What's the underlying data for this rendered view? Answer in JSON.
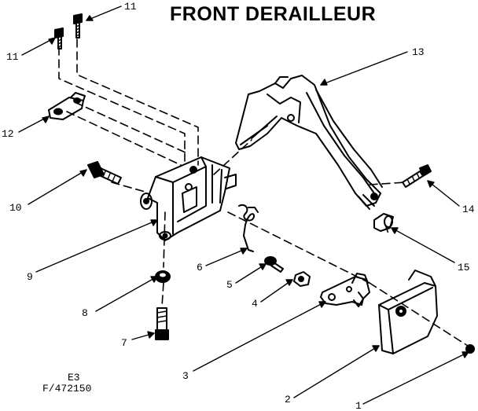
{
  "title": "FRONT DERAILLEUR",
  "code_line1": "E3",
  "code_line2": "F/472150",
  "callouts": [
    {
      "id": "c1",
      "label": "1"
    },
    {
      "id": "c2",
      "label": "2"
    },
    {
      "id": "c3",
      "label": "3"
    },
    {
      "id": "c4",
      "label": "4"
    },
    {
      "id": "c5",
      "label": "5"
    },
    {
      "id": "c6",
      "label": "6"
    },
    {
      "id": "c7",
      "label": "7"
    },
    {
      "id": "c8",
      "label": "8"
    },
    {
      "id": "c9",
      "label": "9"
    },
    {
      "id": "c10",
      "label": "10"
    },
    {
      "id": "c11a",
      "label": "11"
    },
    {
      "id": "c11b",
      "label": "11"
    },
    {
      "id": "c12",
      "label": "12"
    },
    {
      "id": "c13",
      "label": "13"
    },
    {
      "id": "c14",
      "label": "14"
    },
    {
      "id": "c15",
      "label": "15"
    }
  ]
}
